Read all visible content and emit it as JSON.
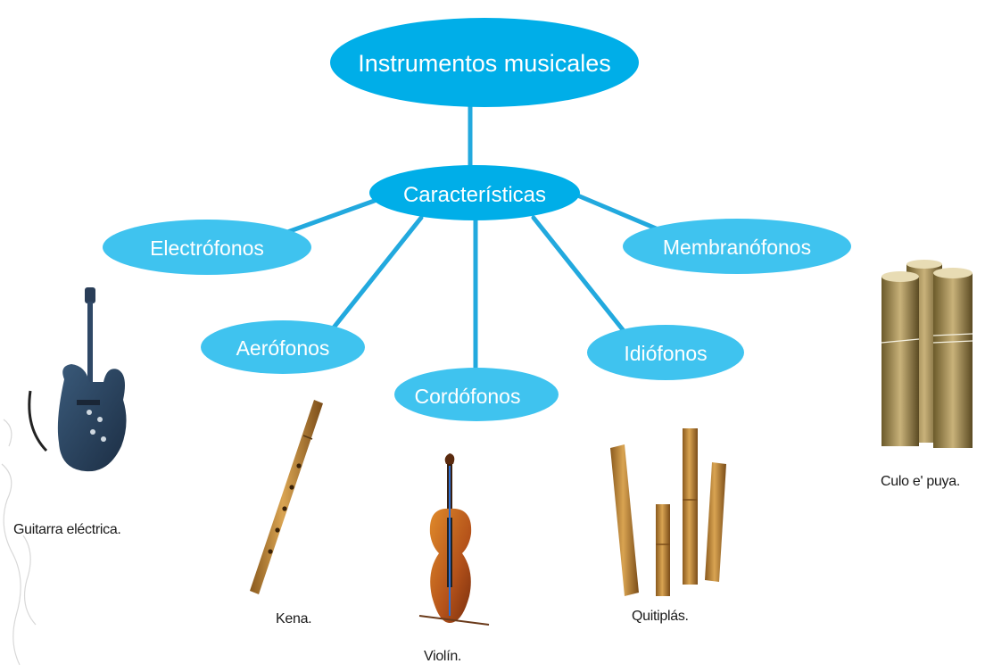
{
  "colors": {
    "node_fill": "#00aee8",
    "node_fill_light": "#3fc3ef",
    "connector": "#22a9de",
    "caption_text": "#1a1a1a"
  },
  "diagram": {
    "root": {
      "label": "Instrumentos musicales"
    },
    "hub": {
      "label": "Características"
    },
    "categories": [
      {
        "id": "electrofonos",
        "label": "Electrófonos"
      },
      {
        "id": "aerofonos",
        "label": "Aerófonos"
      },
      {
        "id": "cordofonos",
        "label": "Cordófonos"
      },
      {
        "id": "idiofonos",
        "label": "Idiófonos"
      },
      {
        "id": "membranofonos",
        "label": "Membranófonos"
      }
    ]
  },
  "instruments": [
    {
      "id": "guitarra",
      "caption": "Guitarra eléctrica.",
      "icon": "electric-guitar-icon"
    },
    {
      "id": "kena",
      "caption": "Kena.",
      "icon": "kena-flute-icon"
    },
    {
      "id": "violin",
      "caption": "Violín.",
      "icon": "violin-icon"
    },
    {
      "id": "quitiplas",
      "caption": "Quitiplás.",
      "icon": "quitiplas-tubes-icon"
    },
    {
      "id": "culo-e-puya",
      "caption": "Culo e' puya.",
      "icon": "culo-e-puya-drums-icon"
    }
  ]
}
